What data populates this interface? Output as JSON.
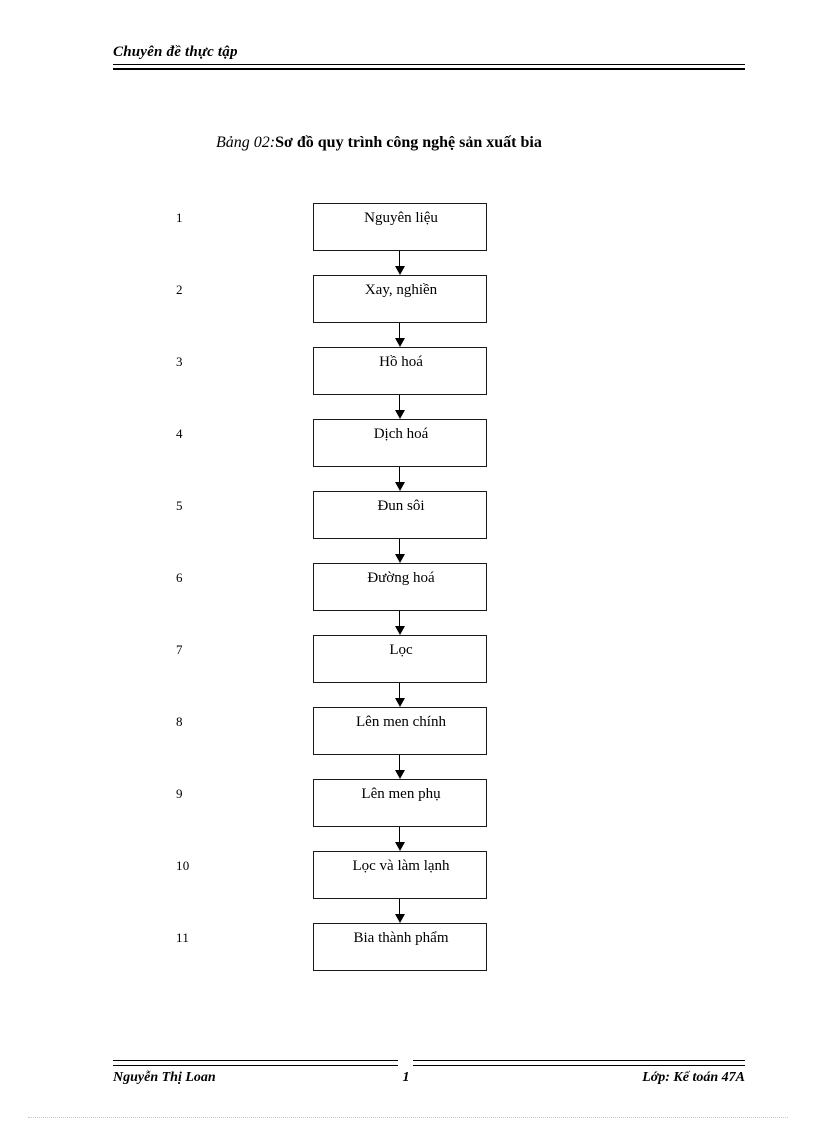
{
  "header": {
    "title": "Chuyên đề thực tập"
  },
  "caption": {
    "number": "Bảng 02:",
    "text": "Sơ  đồ quy trình công nghệ sản xuất bia"
  },
  "flowchart": {
    "orientation": "vertical-top-to-bottom",
    "connector": "down-arrow",
    "steps": [
      {
        "number": "1",
        "label": "Nguyên liệu"
      },
      {
        "number": "2",
        "label": "Xay, nghiền"
      },
      {
        "number": "3",
        "label": "Hồ hoá"
      },
      {
        "number": "4",
        "label": "Dịch hoá"
      },
      {
        "number": "5",
        "label": "Đun sôi"
      },
      {
        "number": "6",
        "label": "Đường hoá"
      },
      {
        "number": "7",
        "label": "Lọc"
      },
      {
        "number": "8",
        "label": "Lên men chính"
      },
      {
        "number": "9",
        "label": "Lên men phụ"
      },
      {
        "number": "10",
        "label": "Lọc và làm lạnh"
      },
      {
        "number": "11",
        "label": "Bia thành phẩm"
      }
    ]
  },
  "footer": {
    "left": "Nguyễn Thị Loan",
    "page": "1",
    "right": "Lớp: Kế toán 47A"
  },
  "colors": {
    "text": "#000000",
    "rule": "#000000",
    "box_border": "#1a1a1a",
    "page_background": "#ffffff"
  }
}
